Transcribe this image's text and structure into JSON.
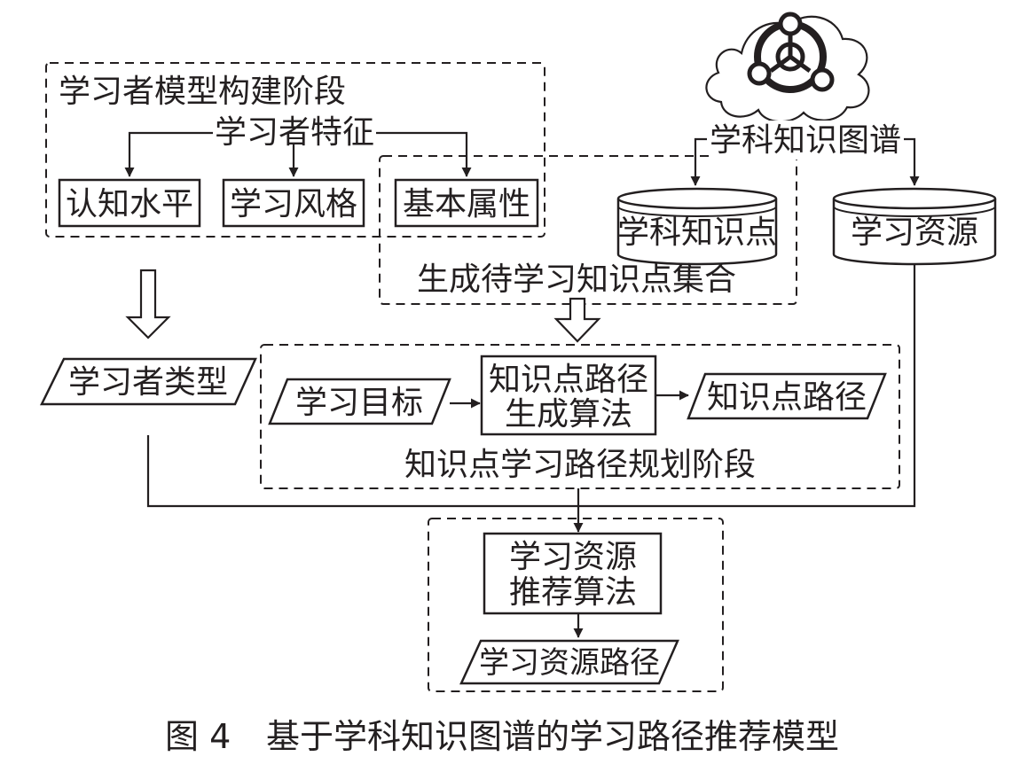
{
  "diagram": {
    "stage_learner_model": "学习者模型构建阶段",
    "learner_features": "学习者特征",
    "cognitive_level": "认知水平",
    "learning_style": "学习风格",
    "basic_attributes": "基本属性",
    "subject_kg": "学科知识图谱",
    "subject_knowledge_points": "学科知识点",
    "learning_resources": "学习资源",
    "generate_kp_set": "生成待学习知识点集合",
    "learner_type": "学习者类型",
    "learning_goal": "学习目标",
    "kp_path_algo_line1": "知识点路径",
    "kp_path_algo_line2": "生成算法",
    "kp_path": "知识点路径",
    "stage_kp_path_planning": "知识点学习路径规划阶段",
    "resource_algo_line1": "学习资源",
    "resource_algo_line2": "推荐算法",
    "resource_path": "学习资源路径"
  },
  "caption": {
    "figure_number": "图 4",
    "title": "基于学科知识图谱的学习路径推荐模型"
  },
  "icons": {
    "cloud": "cloud-icon",
    "knowledge_graph": "knowledge-graph-icon"
  }
}
